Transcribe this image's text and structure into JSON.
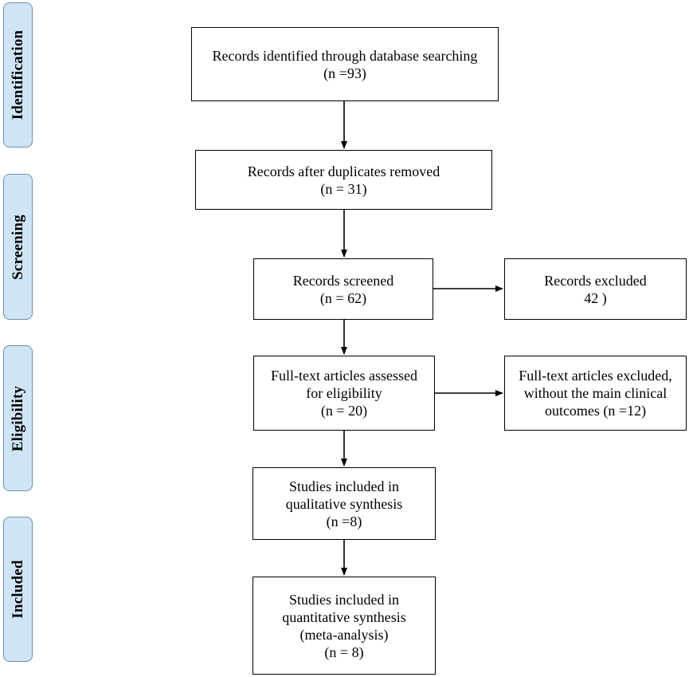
{
  "colors": {
    "stage_fill": "#cfe5f7",
    "stage_border": "#6f8fa8",
    "box_border": "#000000",
    "arrow": "#000000"
  },
  "stages": {
    "identification": "Identification",
    "screening": "Screening",
    "eligibility": "Eligibility",
    "included": "Included"
  },
  "boxes": {
    "identified": {
      "line1": "Records identified through database searching",
      "line2": "(n =93)"
    },
    "duplicates_removed": {
      "line1": "Records after duplicates removed",
      "line2": "(n = 31)"
    },
    "screened": {
      "line1": "Records screened",
      "line2": "(n = 62)"
    },
    "excluded": {
      "line1": "Records excluded",
      "line2": "42 )"
    },
    "fulltext_assessed": {
      "line1": "Full-text articles assessed",
      "line2": "for eligibility",
      "line3": "(n = 20)"
    },
    "fulltext_excluded": {
      "line1": "Full-text articles excluded,",
      "line2": "without the main clinical",
      "line3": "outcomes (n =12)"
    },
    "qualitative": {
      "line1": "Studies included in",
      "line2": "qualitative synthesis",
      "line3": "(n =8)"
    },
    "quantitative": {
      "line1": "Studies included in",
      "line2": "quantitative synthesis",
      "line3": "(meta-analysis)",
      "line4": "(n = 8)"
    }
  }
}
